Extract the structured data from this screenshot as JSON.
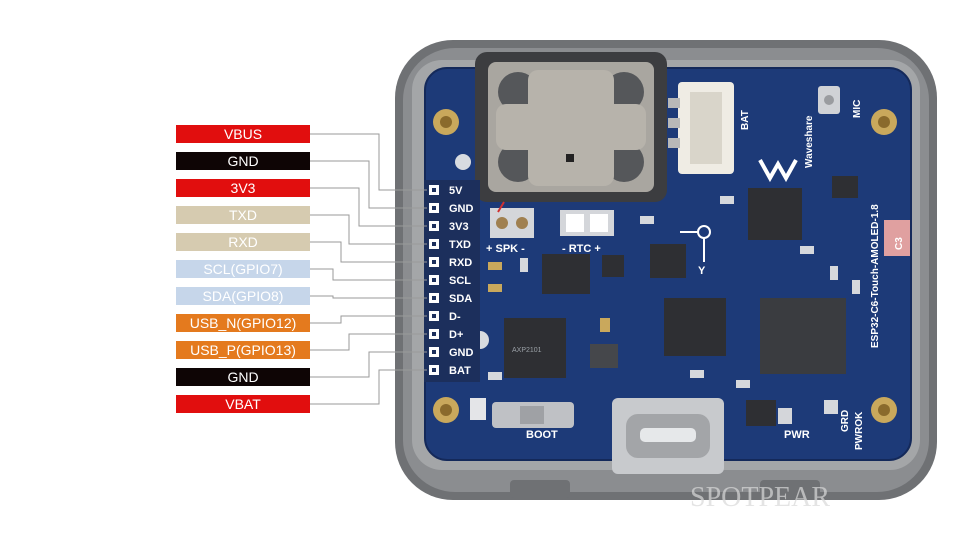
{
  "pins": [
    {
      "label": "VBUS",
      "header": "5V",
      "bg": "#e10e0e",
      "fg": "#ffffff"
    },
    {
      "label": "GND",
      "header": "GND",
      "bg": "#0e0505",
      "fg": "#ffffff"
    },
    {
      "label": "3V3",
      "header": "3V3",
      "bg": "#e10e0e",
      "fg": "#ffffff"
    },
    {
      "label": "TXD",
      "header": "TXD",
      "bg": "#d6cbb0",
      "fg": "#ffffff"
    },
    {
      "label": "RXD",
      "header": "RXD",
      "bg": "#d6cbb0",
      "fg": "#ffffff"
    },
    {
      "label": "SCL(GPIO7)",
      "header": "SCL",
      "bg": "#c6d6ea",
      "fg": "#ffffff"
    },
    {
      "label": "SDA(GPIO8)",
      "header": "SDA",
      "bg": "#c6d6ea",
      "fg": "#ffffff"
    },
    {
      "label": "USB_N(GPIO12)",
      "header": "D-",
      "bg": "#e47a1e",
      "fg": "#ffffff"
    },
    {
      "label": "USB_P(GPIO13)",
      "header": "D+",
      "bg": "#e47a1e",
      "fg": "#ffffff"
    },
    {
      "label": "GND",
      "header": "GND",
      "bg": "#0e0505",
      "fg": "#ffffff"
    },
    {
      "label": "VBAT",
      "header": "BAT",
      "bg": "#e10e0e",
      "fg": "#ffffff"
    }
  ],
  "board": {
    "model": "ESP32-C6-Touch-AMOLED-1.8",
    "brand": "Waveshare",
    "speaker_label": "+ SPK -",
    "rtc_label": "- RTC +",
    "battery_label": "BAT",
    "mic_label": "MIC",
    "chip_label": "C3",
    "boot_label": "BOOT",
    "pwr_label": "PWR",
    "grd_label": "GRD",
    "pwrok_label": "PWROK",
    "axis_label": "Y",
    "watermark": "SPOTPEAR",
    "colors": {
      "pcb": "#1d3a78",
      "case": "#7d7f82",
      "silkscreen": "#ffffff",
      "wire": "#9a9a9a"
    }
  }
}
